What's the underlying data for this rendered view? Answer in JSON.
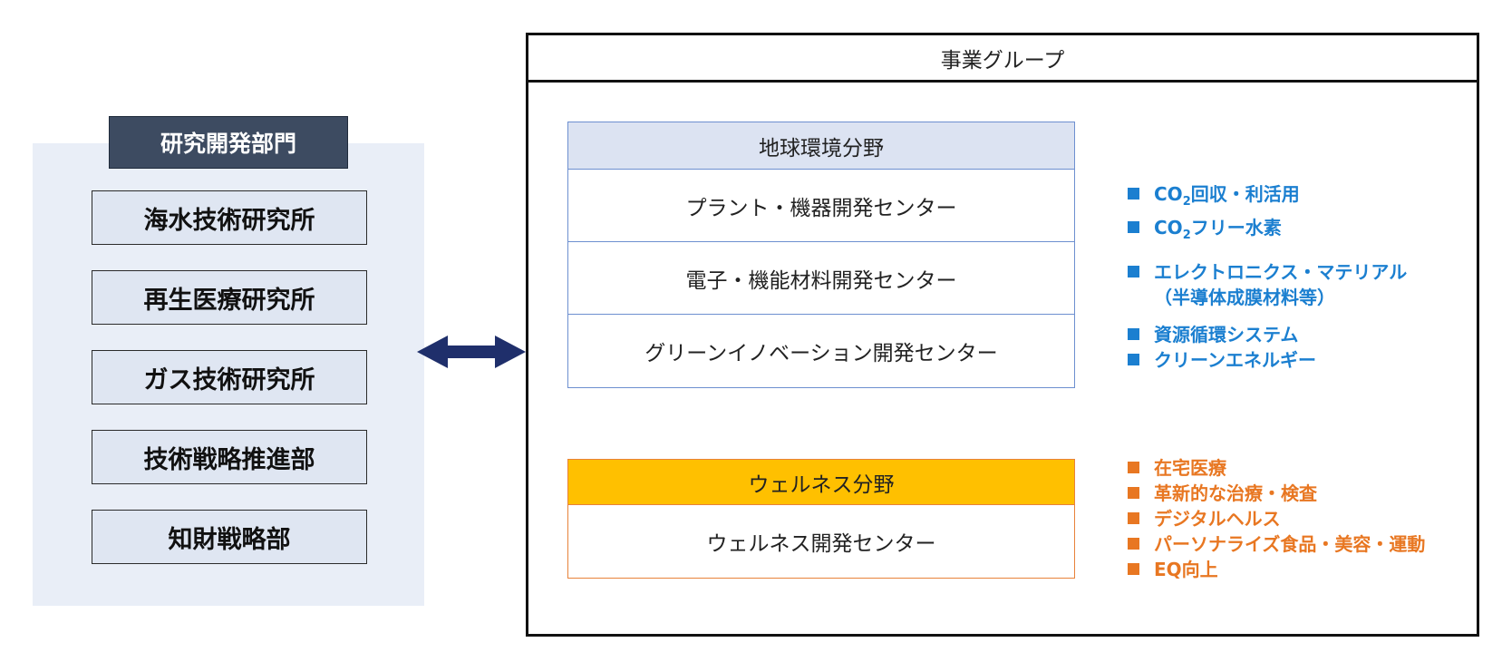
{
  "rd": {
    "header": "研究開発部門",
    "items": [
      "海水技術研究所",
      "再生医療研究所",
      "ガス技術研究所",
      "技術戦略推進部",
      "知財戦略部"
    ]
  },
  "business_group": {
    "title": "事業グループ",
    "earth": {
      "title": "地球環境分野",
      "centers": [
        "プラント・機器開発センター",
        "電子・機能材料開発センター",
        "グリーンイノベーション開発センター"
      ]
    },
    "wellness": {
      "title": "ウェルネス分野",
      "centers": [
        "ウェルネス開発センター"
      ]
    }
  },
  "topics": {
    "earth": {
      "co2_a": {
        "pre": "CO",
        "sub": "2",
        "post": "回収・利活用"
      },
      "co2_b": {
        "pre": "CO",
        "sub": "2",
        "post": "フリー水素"
      },
      "electronics": [
        "エレクトロニクス・マテリアル",
        "（半導体成膜材料等）"
      ],
      "resource": "資源循環システム",
      "clean": "クリーンエネルギー"
    },
    "wellness": [
      "在宅医療",
      "革新的な治療・検査",
      "デジタルヘルス",
      "パーソナライズ食品・美容・運動",
      "EQ向上"
    ]
  },
  "colors": {
    "rd_header": "#3d4b61",
    "rd_panel": "#e9eef7",
    "earth_head": "#dce3f2",
    "wellness_head": "#ffc000",
    "topic_blue": "#1b7fd0",
    "topic_orange": "#e87722",
    "arrow": "#1f2f6b"
  }
}
